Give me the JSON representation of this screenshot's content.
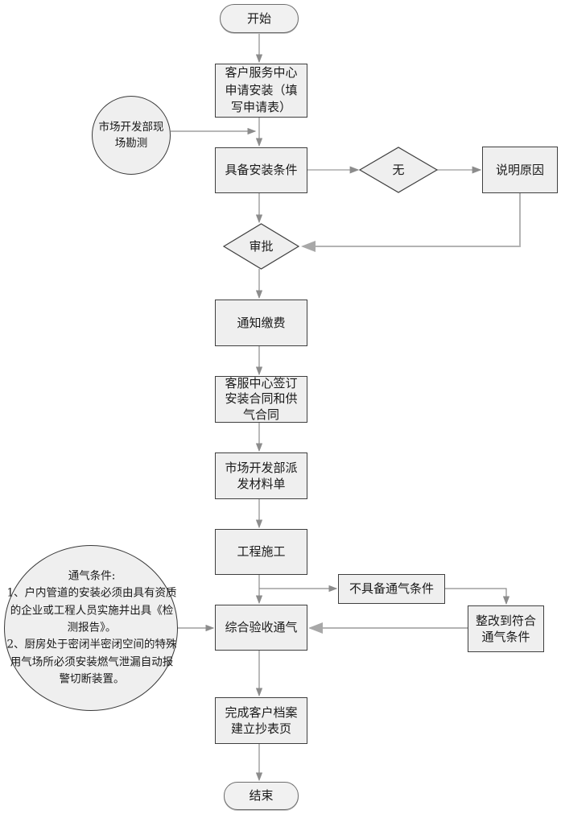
{
  "colors": {
    "node_fill": "#efefef",
    "node_border": "#3f3f3f",
    "connector": "#8c8c8c",
    "connector_light": "#b3b3b3",
    "text": "#1a1a1a",
    "background": "#ffffff"
  },
  "nodes": {
    "start": {
      "label": "开始"
    },
    "apply": {
      "label": "客户服务中心\n申请安装（填\n写申请表）"
    },
    "survey": {
      "label": "市场开发部现\n场勘测"
    },
    "install_cond": {
      "label": "具备安装条件"
    },
    "decision_none": {
      "label": "无"
    },
    "explain": {
      "label": "说明原因"
    },
    "approve": {
      "label": "审批"
    },
    "notify_pay": {
      "label": "通知缴费"
    },
    "sign_contract": {
      "label": "客服中心签订\n安装合同和供\n气合同"
    },
    "dispatch_materials": {
      "label": "市场开发部派\n发材料单"
    },
    "construction": {
      "label": "工程施工"
    },
    "gas_conditions": {
      "label": "通气条件:\n1、户内管道的安装必须由具有资质\n的企业或工程人员实施并出具《检\n测报告》。\n2、厨房处于密闭半密闭空间的特殊\n用气场所必须安装燃气泄漏自动报\n警切断装置。"
    },
    "acceptance": {
      "label": "综合验收通气"
    },
    "not_ready": {
      "label": "不具备通气条件"
    },
    "rectify": {
      "label": "整改到符合\n通气条件"
    },
    "archive": {
      "label": "完成客户档案\n建立抄表页"
    },
    "end": {
      "label": "结束"
    }
  }
}
